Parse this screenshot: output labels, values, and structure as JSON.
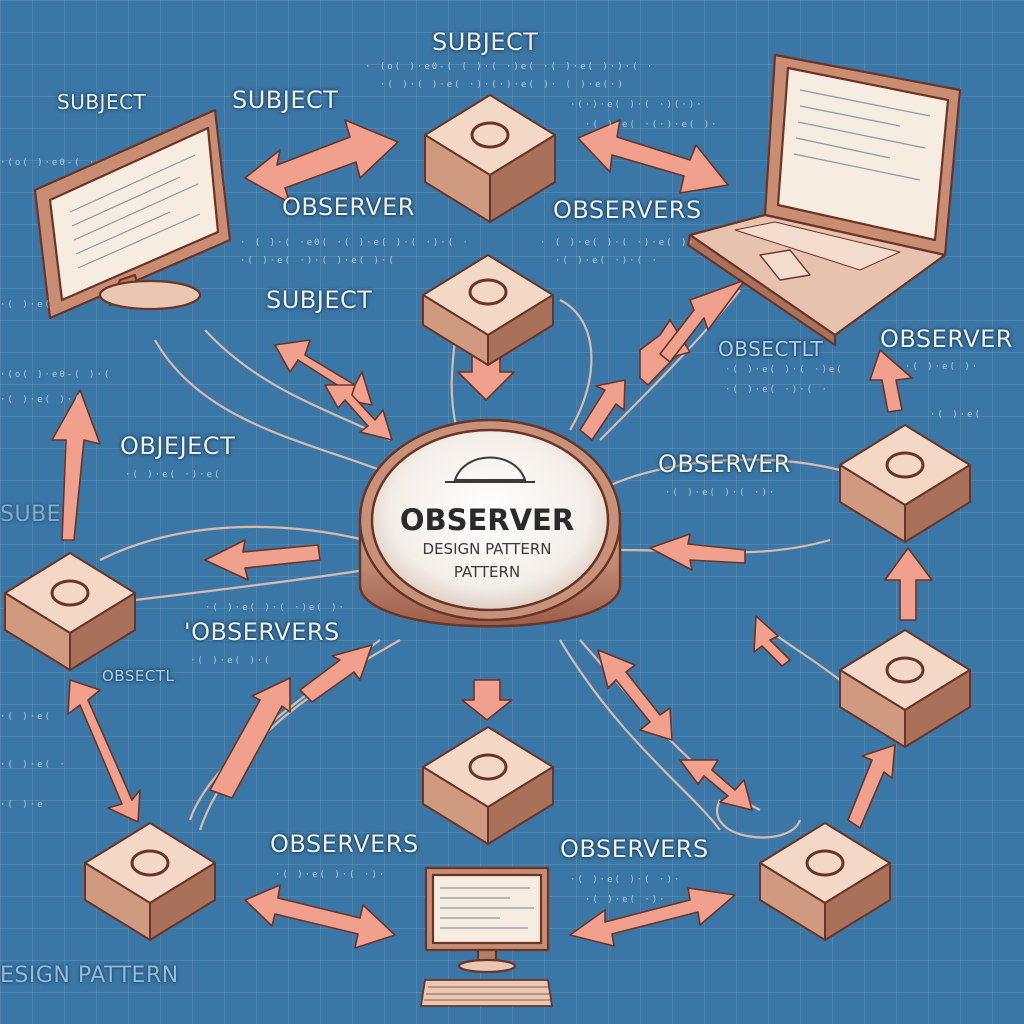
{
  "labels": {
    "subject_top": "SUBJECT",
    "subject_left": "SUBJECT",
    "subject_mid_left": "SUBJECT",
    "subject_center": "SUBJECT",
    "observer_top_left": "OBSERVER",
    "observers_top_right": "OBSERVERS",
    "objsectl": "OBSECTLT",
    "observer_right_top": "OBSERVER",
    "observer_right_mid": "OBSERVER",
    "object_left": "OBJEJECT",
    "observers_left": "'OBSERVERS",
    "objectl_left": "OBSECTL",
    "observers_bottom_left": "OBSERVERS",
    "observers_bottom_right": "OBSERVERS",
    "design_pattern_bottom": "ESIGN  PATTERN",
    "sube_left": "SUBE"
  },
  "hub": {
    "title": "OBSERVER",
    "line2": "DESIGN  PATTERN",
    "line3": "PATTERN"
  },
  "colors": {
    "background": "#3a77a6",
    "box_face": "#f3d8c6",
    "box_side": "#b27a62",
    "arrow": "#f0a08c",
    "outline": "#6a3426"
  },
  "icons": [
    "desktop-computer-icon",
    "laptop-icon",
    "monitor-icon",
    "keyboard-icon",
    "cube-node-icon",
    "hub-dome-icon"
  ]
}
